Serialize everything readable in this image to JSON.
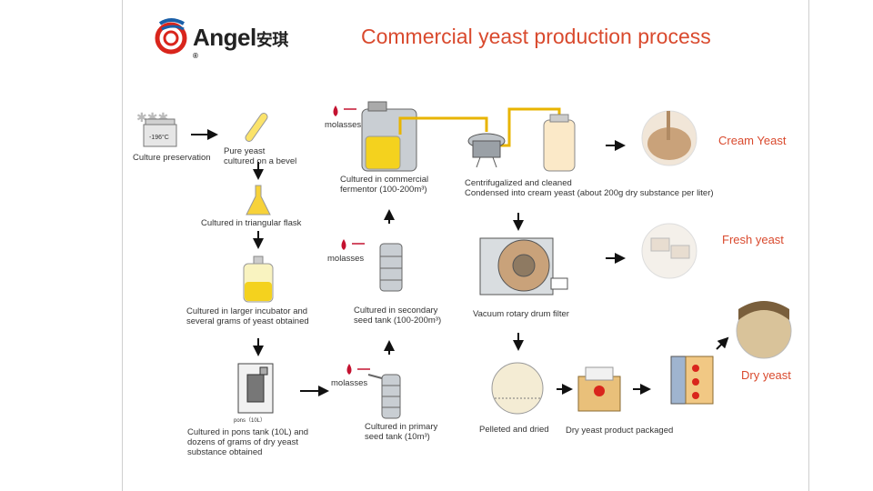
{
  "logo": {
    "brand": "Angel",
    "chinese": "安琪",
    "reg": "®"
  },
  "title": "Commercial yeast production process",
  "labels": {
    "freezer_temp": "-196°C",
    "culture_preservation": "Culture preservation",
    "pure_yeast": "Pure yeast\ncultured on a bevel",
    "triangular_flask": "Cultured in triangular flask",
    "larger_incubator": "Cultured in larger incubator and\nseveral grams of yeast obtained",
    "pons_tank_tag": "pons（10L）",
    "pons_tank": "Cultured in pons tank (10L) and\ndozens of grams of dry yeast\nsubstance obtained",
    "molasses_1": "molasses",
    "molasses_2": "molasses",
    "molasses_3": "molasses",
    "primary_seed": "Cultured in primary\nseed tank (10m³)",
    "secondary_seed": "Cultured in secondary\nseed tank (100-200m³)",
    "commercial_fermentor": "Cultured in commercial\nfermentor (100-200m³)",
    "centrifugalized": "Centrifugalized and cleaned\nCondensed into cream yeast (about 200g dry substance per liter)",
    "vacuum_filter": "Vacuum rotary drum filter",
    "pelleted": "Pelleted and dried",
    "dry_packaged": "Dry yeast product packaged",
    "cream_yeast": "Cream Yeast",
    "fresh_yeast": "Fresh yeast",
    "dry_yeast": "Dry yeast"
  },
  "colors": {
    "title": "#d94a2e",
    "pipe": "#e8b400",
    "liquid": "#f4d21e",
    "steel": "#9aa0a6",
    "cream": "#c9a27a"
  }
}
